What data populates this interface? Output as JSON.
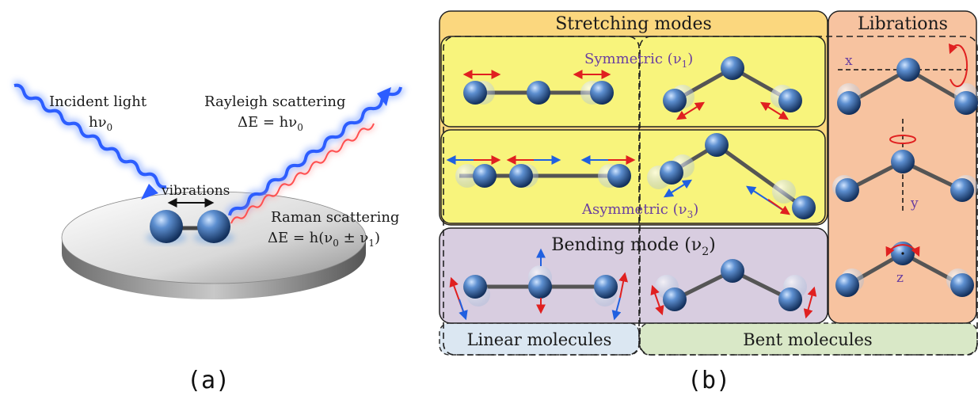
{
  "panel_a": {
    "label": "(a)",
    "incident_line1": "Incident light",
    "incident_line2": "hν",
    "incident_sub": "0",
    "rayleigh_line1": "Rayleigh scattering",
    "rayleigh_line2": "ΔE = hν",
    "rayleigh_sub": "0",
    "vibrations": "vibrations",
    "raman_line1": "Raman scattering",
    "raman_line2_a": "ΔE = h(ν",
    "raman_sub0": "0",
    "raman_pm": " ± ν",
    "raman_sub1": "1",
    "raman_close": ")"
  },
  "panel_b": {
    "label": "(b)",
    "stretching": "Stretching modes",
    "librations": "Librations",
    "symmetric": "Symmetric (ν",
    "symmetric_sub": "1",
    "asymmetric": "Asymmetric (ν",
    "asymmetric_sub": "3",
    "bending": "Bending mode (ν",
    "bending_sub": "2",
    "linear": "Linear molecules",
    "bent": "Bent molecules",
    "axis_x": "x",
    "axis_y": "y",
    "axis_z": "z"
  },
  "colors": {
    "stretch_bg": "#fbd77e",
    "inner_yellow": "#f8f47c",
    "libration_bg": "#f7c3a0",
    "bending_bg": "#d8cde0",
    "linear_bg": "#dbe7f2",
    "bent_bg": "#d9e8c7",
    "atom": "#3e6fb0",
    "arrow_red": "#e02020",
    "arrow_blue": "#2060e0",
    "wave_blue": "#2c5dff",
    "wave_red": "#ff5050",
    "axis_label": "#6a3fa0"
  }
}
